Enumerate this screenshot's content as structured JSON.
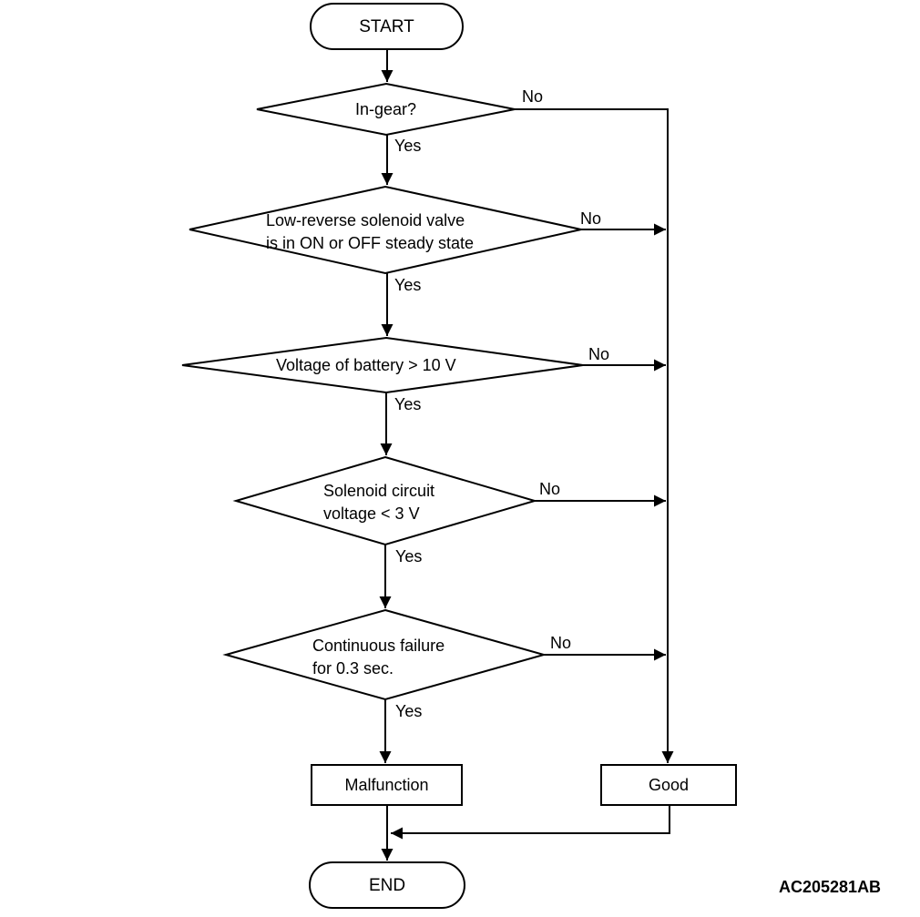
{
  "diagram": {
    "figure_id": "AC205281AB",
    "colors": {
      "line": "#000000",
      "background": "#ffffff",
      "text": "#000000"
    },
    "start": {
      "label": "START"
    },
    "end": {
      "label": "END"
    },
    "decisions": [
      {
        "id": "in-gear",
        "label": "In-gear?",
        "yes_label": "Yes",
        "no_label": "No"
      },
      {
        "id": "low-reverse-solenoid-steady-state",
        "label": "Low-reverse solenoid valve\nis in ON or OFF steady state",
        "yes_label": "Yes",
        "no_label": "No"
      },
      {
        "id": "battery-voltage",
        "label": "Voltage of battery > 10 V",
        "yes_label": "Yes",
        "no_label": "No"
      },
      {
        "id": "solenoid-circuit-voltage",
        "label": "Solenoid circuit\nvoltage < 3 V",
        "yes_label": "Yes",
        "no_label": "No"
      },
      {
        "id": "continuous-failure",
        "label": "Continuous failure\nfor 0.3 sec.",
        "yes_label": "Yes",
        "no_label": "No"
      }
    ],
    "outcomes": {
      "malfunction": {
        "label": "Malfunction"
      },
      "good": {
        "label": "Good"
      }
    }
  }
}
